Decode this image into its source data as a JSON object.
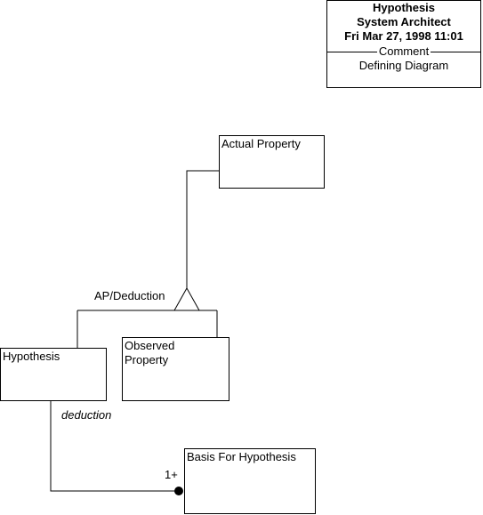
{
  "title_block": {
    "title": "Hypothesis",
    "subtitle": "System Architect",
    "date": "Fri Mar 27, 1998  11:01",
    "comment_label": "Comment",
    "description": "Defining Diagram"
  },
  "classes": {
    "actual_property": "Actual Property",
    "hypothesis": "Hypothesis",
    "observed_property": "Observed Property",
    "basis_for_hypothesis": "Basis For Hypothesis"
  },
  "relations": {
    "generalization_label": "AP/Deduction",
    "association_label": "deduction",
    "multiplicity": "1+"
  }
}
